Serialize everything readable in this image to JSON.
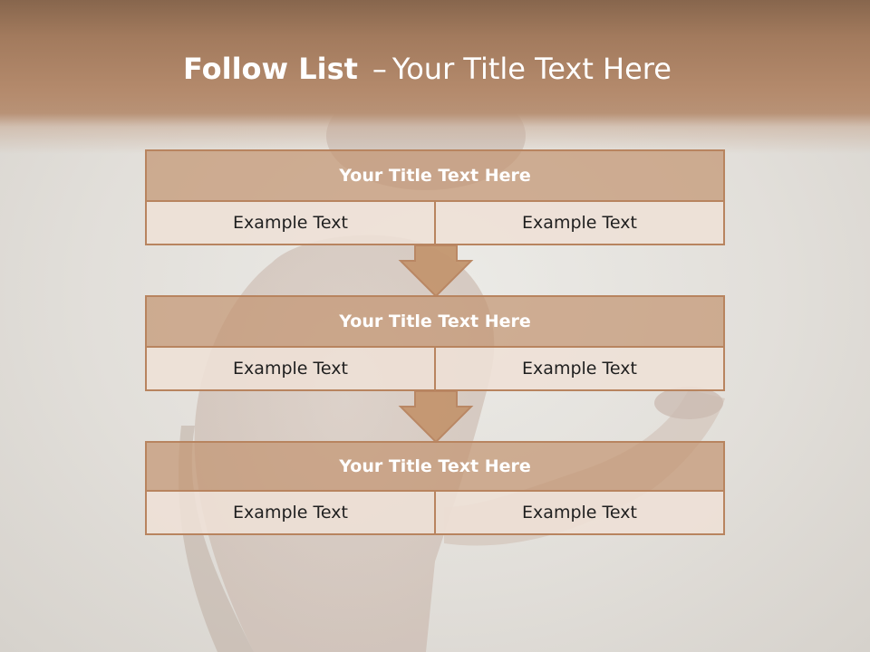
{
  "slide": {
    "title_bold": "Follow List",
    "title_dash": "–",
    "title_rest": "Your Title Text Here"
  },
  "blocks": [
    {
      "title": "Your Title Text Here",
      "left": "Example Text",
      "right": "Example Text"
    },
    {
      "title": "Your Title Text Here",
      "left": "Example Text",
      "right": "Example Text"
    },
    {
      "title": "Your Title Text Here",
      "left": "Example Text",
      "right": "Example Text"
    }
  ],
  "colors": {
    "accent": "#b8845f",
    "title_fill": "#c4966f",
    "cell_fill": "#eee0d6",
    "header": "#a27a5d"
  }
}
